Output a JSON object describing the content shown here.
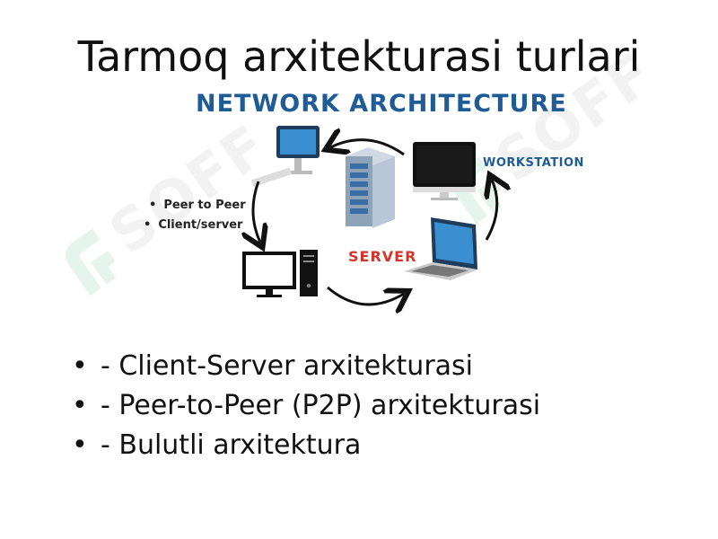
{
  "slide": {
    "title": "Tarmoq arxitekturasi turlari",
    "bullets": [
      "- Client-Server arxitekturasi",
      "- Peer-to-Peer (P2P) arxitekturasi",
      "- Bulutli arxitektura"
    ]
  },
  "diagram": {
    "title": "NETWORK ARCHITECTURE",
    "types": [
      "Peer to Peer",
      "Client/server"
    ],
    "server_label": "SERVER",
    "workstation_label": "WORKSTATION",
    "icons": [
      "desktop-computer-icon",
      "server-rack-icon",
      "workstation-monitor-icon",
      "laptop-icon",
      "pc-tower-icon",
      "cycle-arrow-icon"
    ]
  },
  "watermark": {
    "text": "SOFF"
  },
  "colors": {
    "diagram_title": "#1f5b95",
    "server_label": "#d6332a",
    "watermark": "#dcdcdc",
    "watermark_mark": "#c8eadc"
  }
}
